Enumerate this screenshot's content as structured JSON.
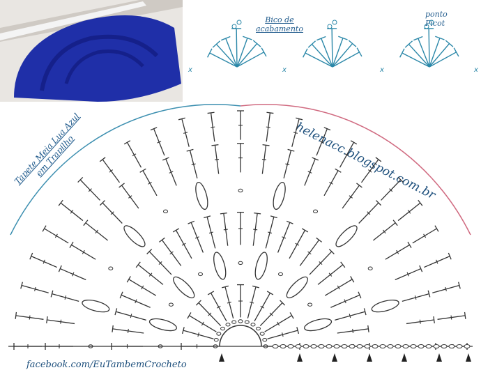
{
  "labels": {
    "bico_line1": "Bico de",
    "bico_line2": "acabamento",
    "picot_line1": "ponto",
    "picot_line2": "Picot",
    "blog": "helenacc.blogspot.com.br",
    "title_line1": "Tapete Meia Lua Azul",
    "title_line2": "em Trapilho",
    "facebook": "facebook.com/EuTambemCrocheto"
  },
  "colors": {
    "rug": "#1f2fa8",
    "chart_blue": "#2a87a8",
    "stitch": "#333333",
    "edge_pink": "#d06a80",
    "edge_blue": "#3c8fb0"
  }
}
